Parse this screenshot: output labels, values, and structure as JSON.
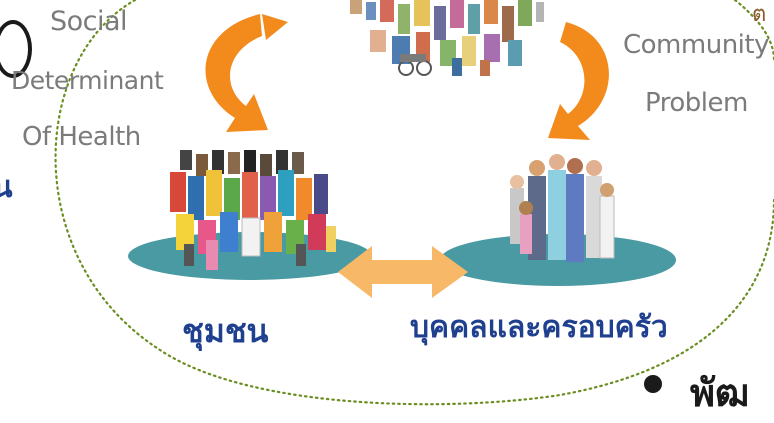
{
  "labels": {
    "social_line1": "Social",
    "social_line2": "Determinant",
    "social_line3": "Of Health",
    "community_line1": "Community",
    "community_line2": "Problem",
    "community_node": "ชุมชน",
    "family_node": "บุคคลและครอบครัว",
    "bullet_text": "พัฒ",
    "partial_left_top": "o",
    "partial_left_mid": "น",
    "partial_top_right": "ต"
  },
  "colors": {
    "arrow_orange": "#f28a1c",
    "ellipse_teal": "#4a9aa3",
    "double_arrow": "#f7b867",
    "thai_blue": "#1f3f8f",
    "dotted_green": "#6b8e23"
  },
  "icons": {
    "left_cycle_arrow": "curved-arrow-icon",
    "right_cycle_arrow": "curved-arrow-icon",
    "double_arrow": "double-arrow-icon"
  }
}
